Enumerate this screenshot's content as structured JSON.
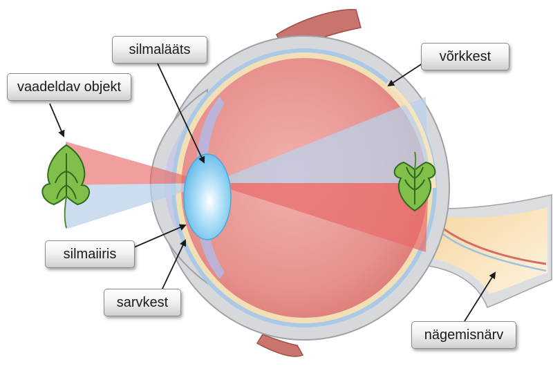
{
  "labels": {
    "object": "vaadeldav objekt",
    "lens": "silmalääts",
    "retina": "võrkkest",
    "iris": "silmaiiris",
    "cornea": "sarvkest",
    "optic_nerve": "nägemisnärv"
  },
  "colors": {
    "sclera": "#d7d8dc",
    "eye_interior": "#e48a8a",
    "light_ray_red": "#e86a6a",
    "light_ray_blue": "#b9d2ea",
    "lens": "#7cc8ef",
    "iris": "#b9b4dc",
    "choroid": "#f3dfb6",
    "muscle": "#c9746c",
    "leaf": "#7fbf4a",
    "leaf_outline": "#2e6a1e",
    "arrow": "#1a1a1a"
  }
}
